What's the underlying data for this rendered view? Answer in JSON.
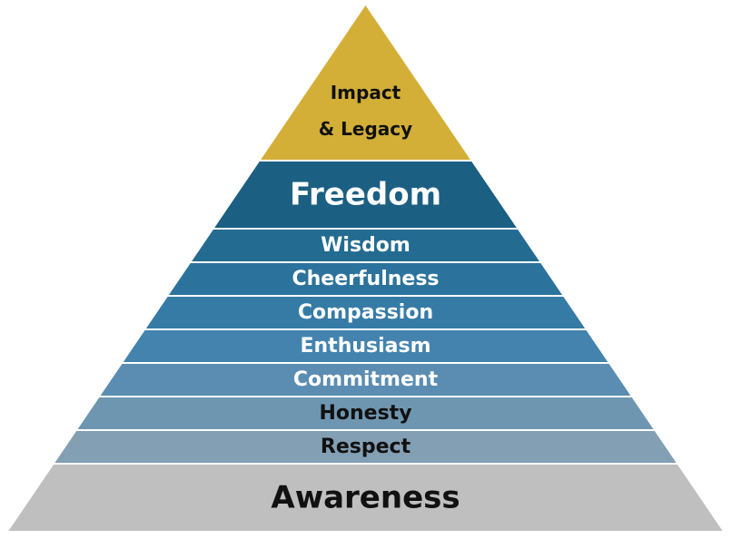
{
  "pyramid": {
    "levels": [
      {
        "id": "impact",
        "lines": [
          "Impact",
          "& Legacy"
        ],
        "color": "#D4AF37",
        "text_color": "#111111"
      },
      {
        "id": "freedom",
        "lines": [
          "Freedom"
        ],
        "color": "#1B5F82",
        "text_color": "#FFFFFF"
      },
      {
        "id": "wisdom",
        "lines": [
          "Wisdom"
        ],
        "color": "#236B91",
        "text_color": "#FFFFFF"
      },
      {
        "id": "cheerfulness",
        "lines": [
          "Cheerfulness"
        ],
        "color": "#2B739C",
        "text_color": "#FFFFFF"
      },
      {
        "id": "compassion",
        "lines": [
          "Compassion"
        ],
        "color": "#357BA6",
        "text_color": "#FFFFFF"
      },
      {
        "id": "enthusiasm",
        "lines": [
          "Enthusiasm"
        ],
        "color": "#4483AE",
        "text_color": "#FFFFFF"
      },
      {
        "id": "commitment",
        "lines": [
          "Commitment"
        ],
        "color": "#5B8DB2",
        "text_color": "#FFFFFF"
      },
      {
        "id": "honesty",
        "lines": [
          "Honesty"
        ],
        "color": "#6F96B1",
        "text_color": "#111111"
      },
      {
        "id": "respect",
        "lines": [
          "Respect"
        ],
        "color": "#839FB3",
        "text_color": "#111111"
      },
      {
        "id": "awareness",
        "lines": [
          "Awareness"
        ],
        "color": "#BFBFBF",
        "text_color": "#111111"
      }
    ]
  }
}
